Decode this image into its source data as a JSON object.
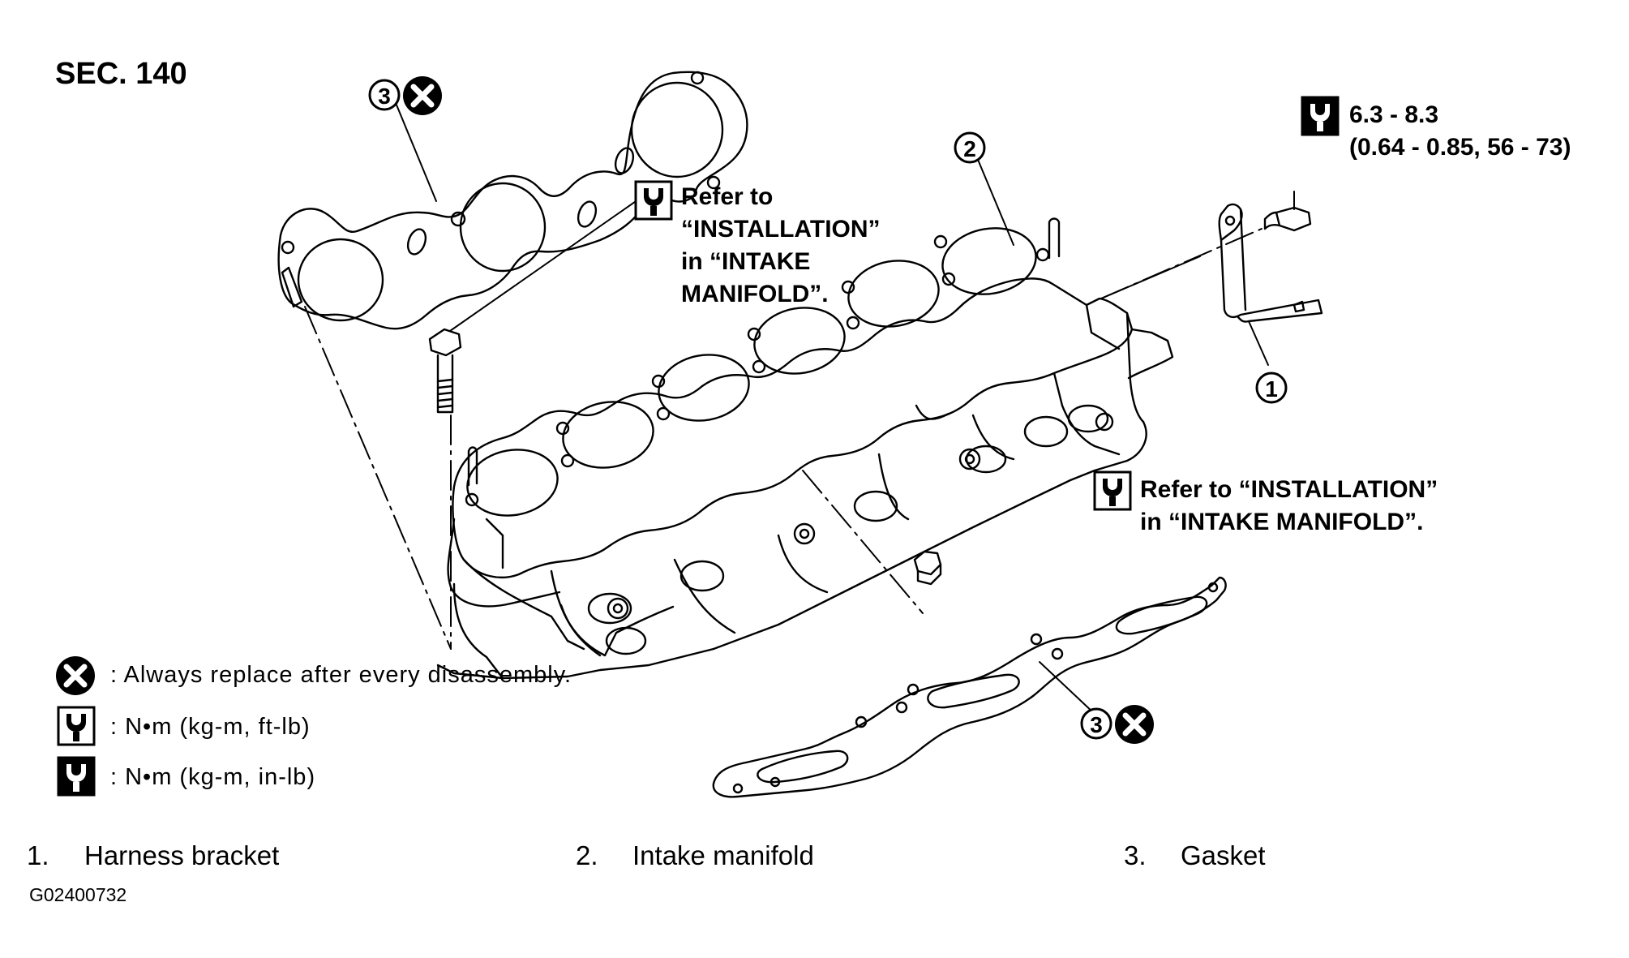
{
  "section": "SEC. 140",
  "callouts": {
    "refer_upper": [
      "Refer to",
      "“INSTALLATION”",
      "in “INTAKE",
      "MANIFOLD”."
    ],
    "torque_bracket": [
      "6.3 - 8.3",
      "(0.64 - 0.85, 56 - 73)"
    ],
    "refer_lower": [
      "Refer to “INSTALLATION”",
      "in “INTAKE MANIFOLD”."
    ]
  },
  "part_markers": [
    "1",
    "2",
    "3",
    "3"
  ],
  "legend": [
    {
      "icon": "replace-x-icon",
      "text": ": Always replace after every disassembly."
    },
    {
      "icon": "torque-wrench-icon",
      "text": ": N•m  (kg-m,  ft-lb)"
    },
    {
      "icon": "torque-wrench-filled-icon",
      "text": ": N•m  (kg-m,  in-lb)"
    }
  ],
  "parts": [
    {
      "num": "1.",
      "name": "Harness bracket"
    },
    {
      "num": "2.",
      "name": "Intake manifold"
    },
    {
      "num": "3.",
      "name": "Gasket"
    }
  ],
  "figure_code": "G02400732"
}
